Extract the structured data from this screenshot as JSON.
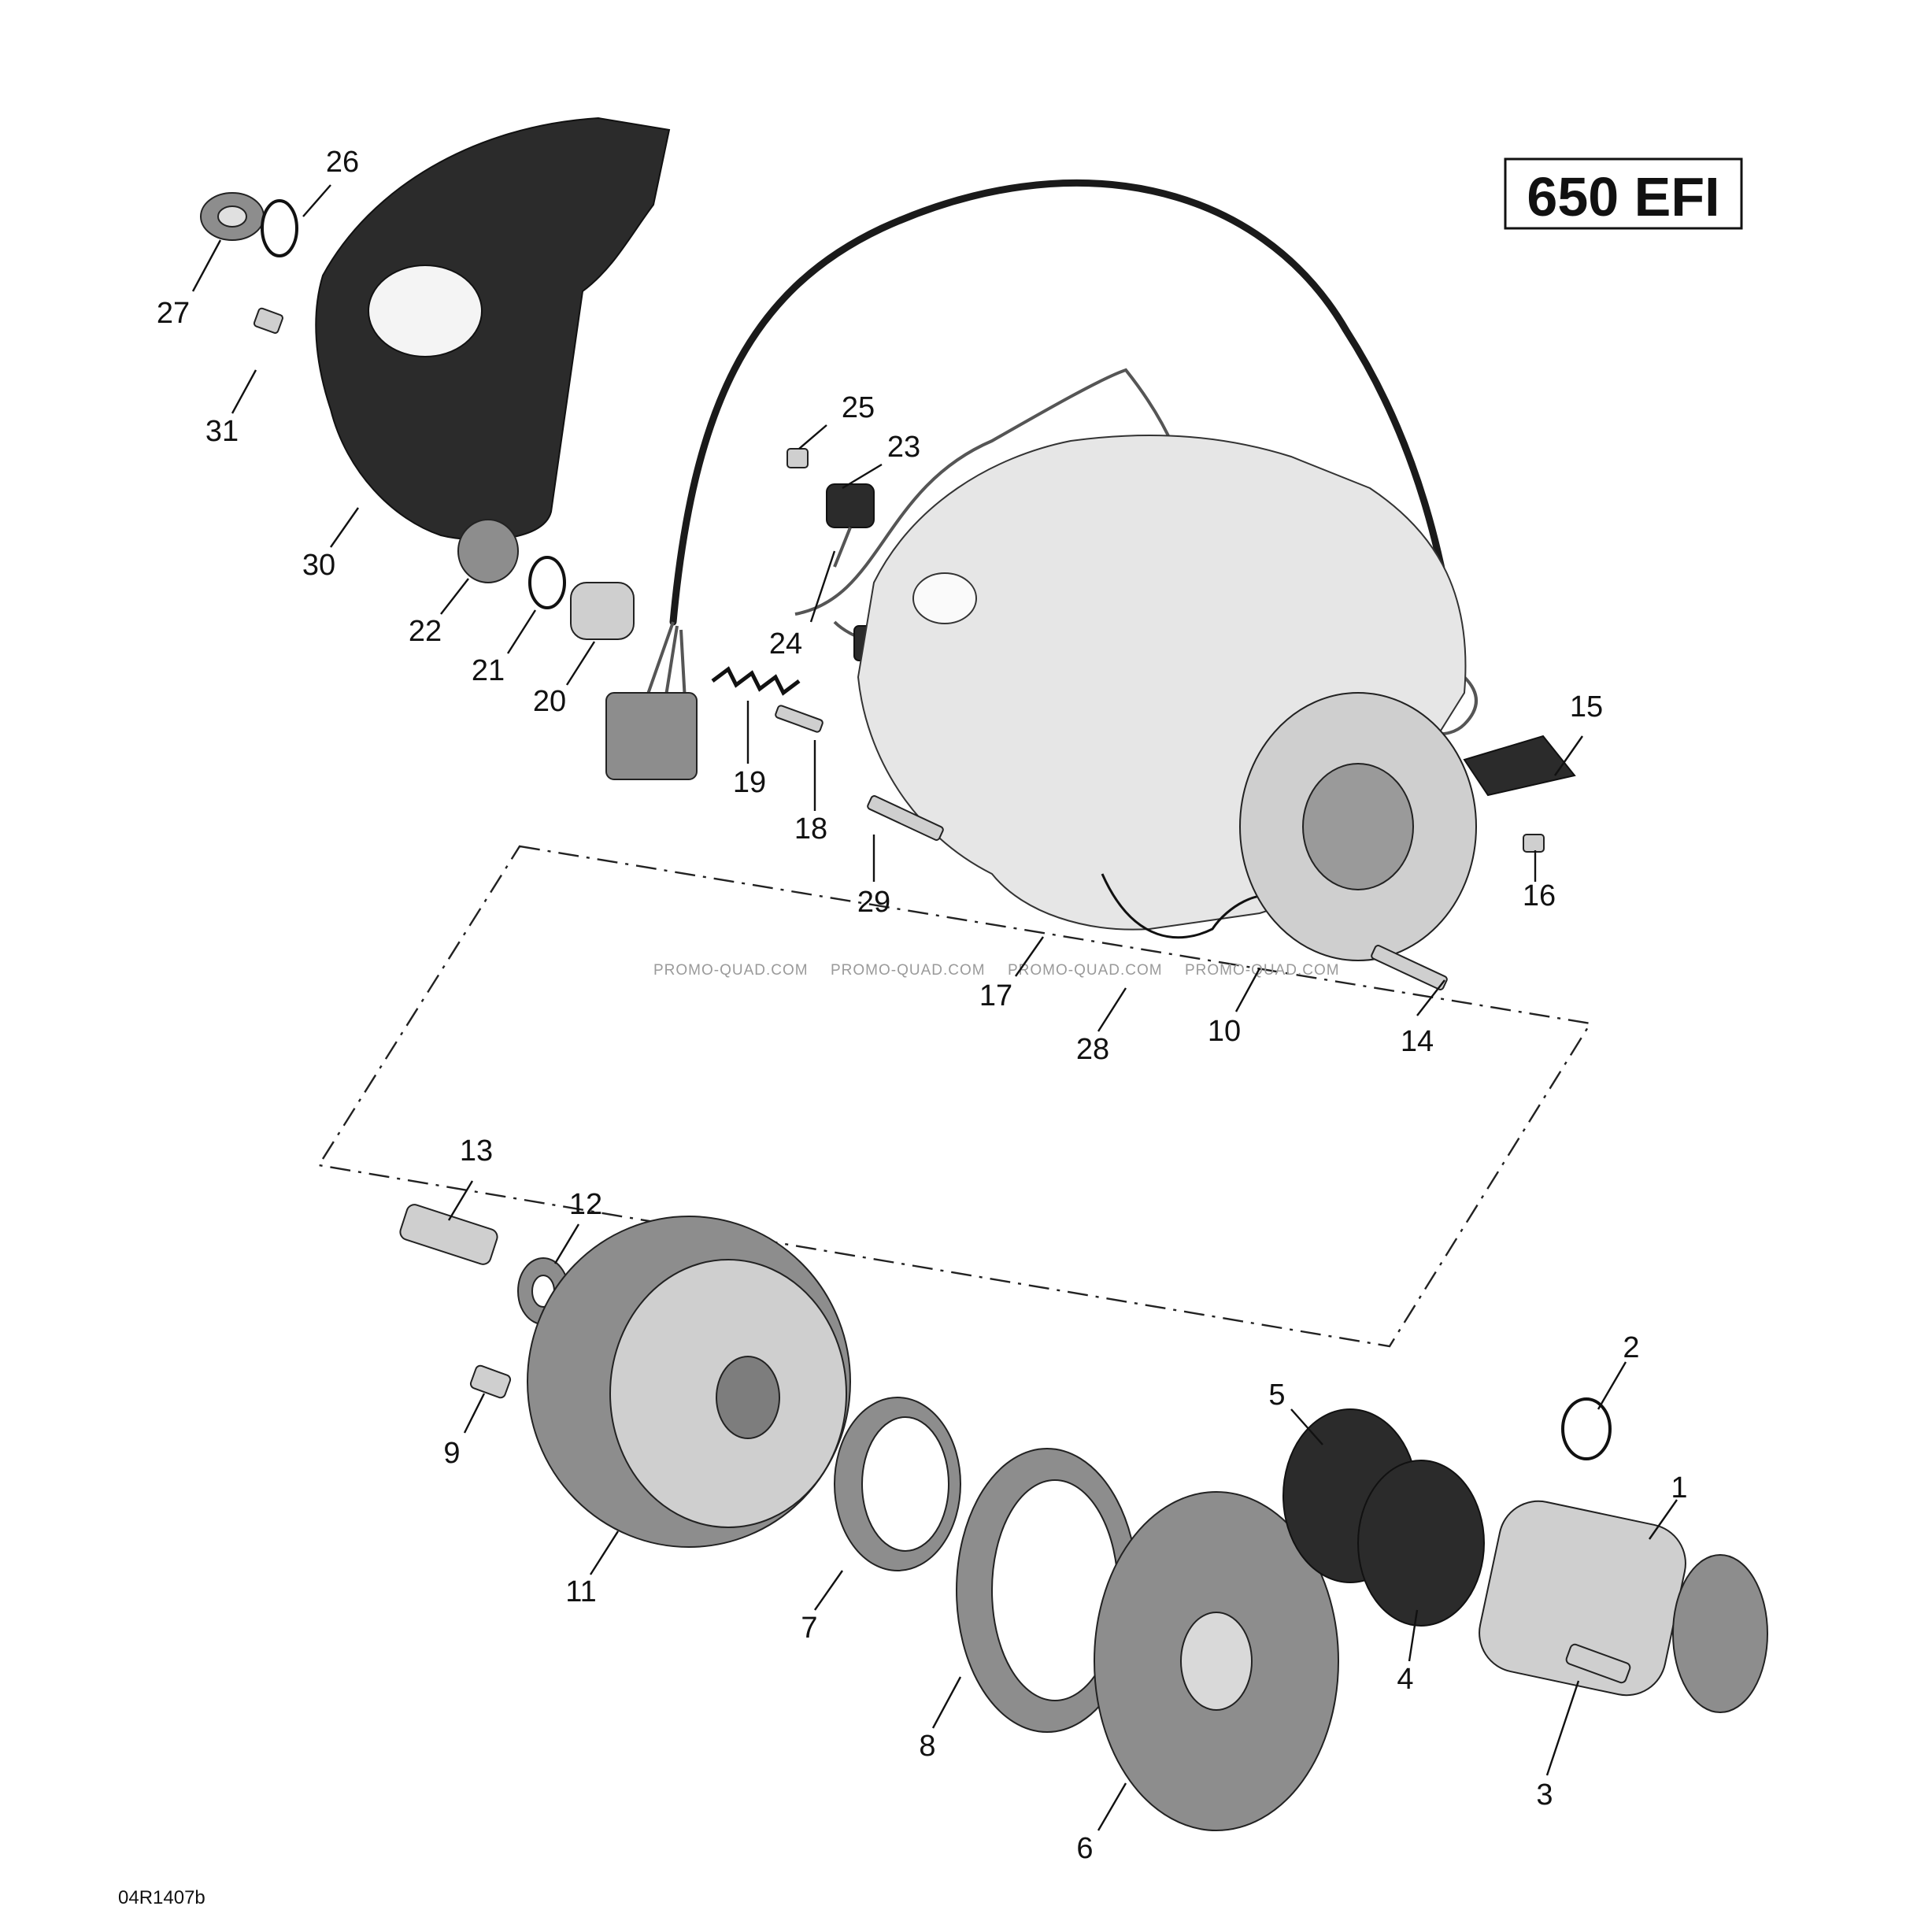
{
  "model_label": "650 EFI",
  "document_id": "04R1407b",
  "watermark": "PROMO-QUAD.COM",
  "callouts": [
    {
      "id": "1",
      "label": "1"
    },
    {
      "id": "2",
      "label": "2"
    },
    {
      "id": "3",
      "label": "3"
    },
    {
      "id": "4",
      "label": "4"
    },
    {
      "id": "5",
      "label": "5"
    },
    {
      "id": "6",
      "label": "6"
    },
    {
      "id": "7",
      "label": "7"
    },
    {
      "id": "8",
      "label": "8"
    },
    {
      "id": "9",
      "label": "9"
    },
    {
      "id": "10",
      "label": "10"
    },
    {
      "id": "11",
      "label": "11"
    },
    {
      "id": "12",
      "label": "12"
    },
    {
      "id": "13",
      "label": "13"
    },
    {
      "id": "14",
      "label": "14"
    },
    {
      "id": "15",
      "label": "15"
    },
    {
      "id": "16",
      "label": "16"
    },
    {
      "id": "17",
      "label": "17"
    },
    {
      "id": "18",
      "label": "18"
    },
    {
      "id": "19",
      "label": "19"
    },
    {
      "id": "20",
      "label": "20"
    },
    {
      "id": "21",
      "label": "21"
    },
    {
      "id": "22",
      "label": "22"
    },
    {
      "id": "23",
      "label": "23"
    },
    {
      "id": "24",
      "label": "24"
    },
    {
      "id": "25",
      "label": "25"
    },
    {
      "id": "26",
      "label": "26"
    },
    {
      "id": "27",
      "label": "27"
    },
    {
      "id": "28",
      "label": "28"
    },
    {
      "id": "29",
      "label": "29"
    },
    {
      "id": "30",
      "label": "30"
    },
    {
      "id": "31",
      "label": "31"
    }
  ]
}
